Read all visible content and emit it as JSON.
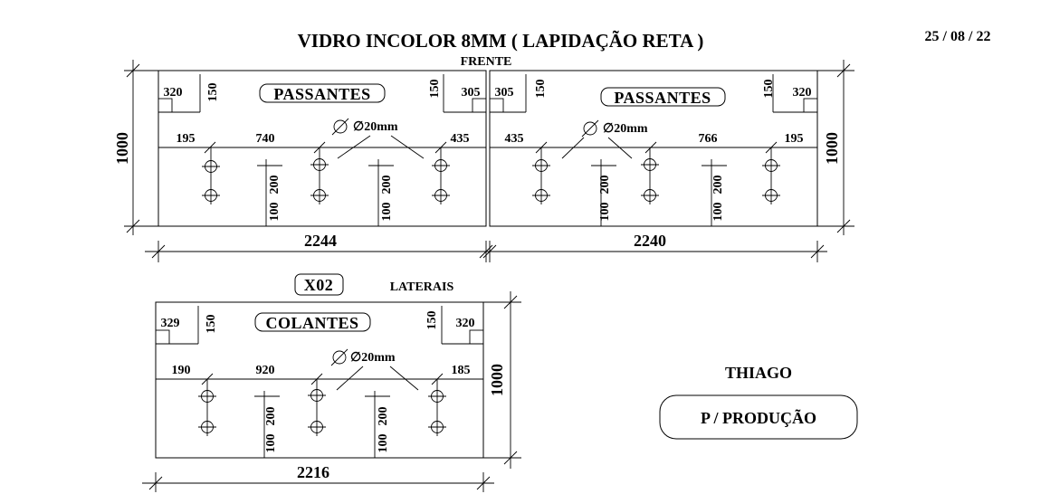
{
  "header": {
    "title": "VIDRO INCOLOR 8MM ( LAPIDAÇÃO  RETA )",
    "date": "25 / 08 / 22"
  },
  "front": {
    "label": "FRENTE",
    "height": "1000",
    "left_panel": {
      "width": "2244",
      "tag": "PASSANTES",
      "corner_left": "320",
      "corner_left_v": "150",
      "corner_right_v": "150",
      "corner_right": "305",
      "hole_left": "195",
      "hole_mid": "740",
      "hole_right": "435",
      "diameter": "∅20mm",
      "v200": "200",
      "v100": "100"
    },
    "right_panel": {
      "width": "2240",
      "tag": "PASSANTES",
      "corner_left": "305",
      "corner_left_v": "150",
      "corner_right_v": "150",
      "corner_right": "320",
      "hole_left": "435",
      "hole_mid": "766",
      "hole_right": "195",
      "diameter": "∅20mm",
      "v200": "200",
      "v100": "100"
    }
  },
  "laterals": {
    "qty_tag": "X02",
    "label": "LATERAIS",
    "height": "1000",
    "width": "2216",
    "tag": "COLANTES",
    "corner_left": "329",
    "corner_left_v": "150",
    "corner_right_v": "150",
    "corner_right": "320",
    "hole_left": "190",
    "hole_mid": "920",
    "hole_right": "185",
    "diameter": "∅20mm",
    "v200": "200",
    "v100": "100"
  },
  "footer": {
    "name": "THIAGO",
    "stamp": "P / PRODUÇÃO"
  }
}
